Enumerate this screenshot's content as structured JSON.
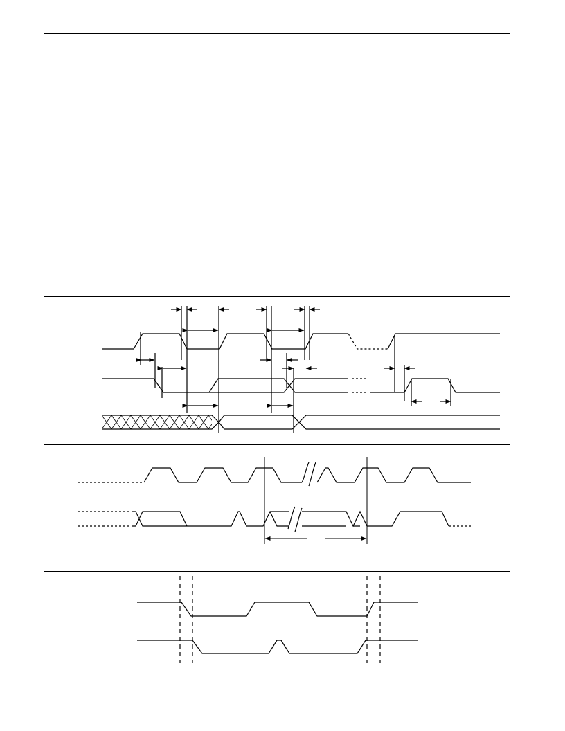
{
  "page": {
    "background_color": "#ffffff",
    "line_color": "#000000"
  },
  "figures": [
    {
      "name": "bus-timing-diagram",
      "signals": 3,
      "arrowed_intervals": 11
    },
    {
      "name": "clock-data-timing-diagram",
      "signals": 2,
      "arrowed_intervals": 1
    },
    {
      "name": "start-stop-condition-diagram",
      "signals": 2,
      "arrowed_intervals": 0
    }
  ]
}
